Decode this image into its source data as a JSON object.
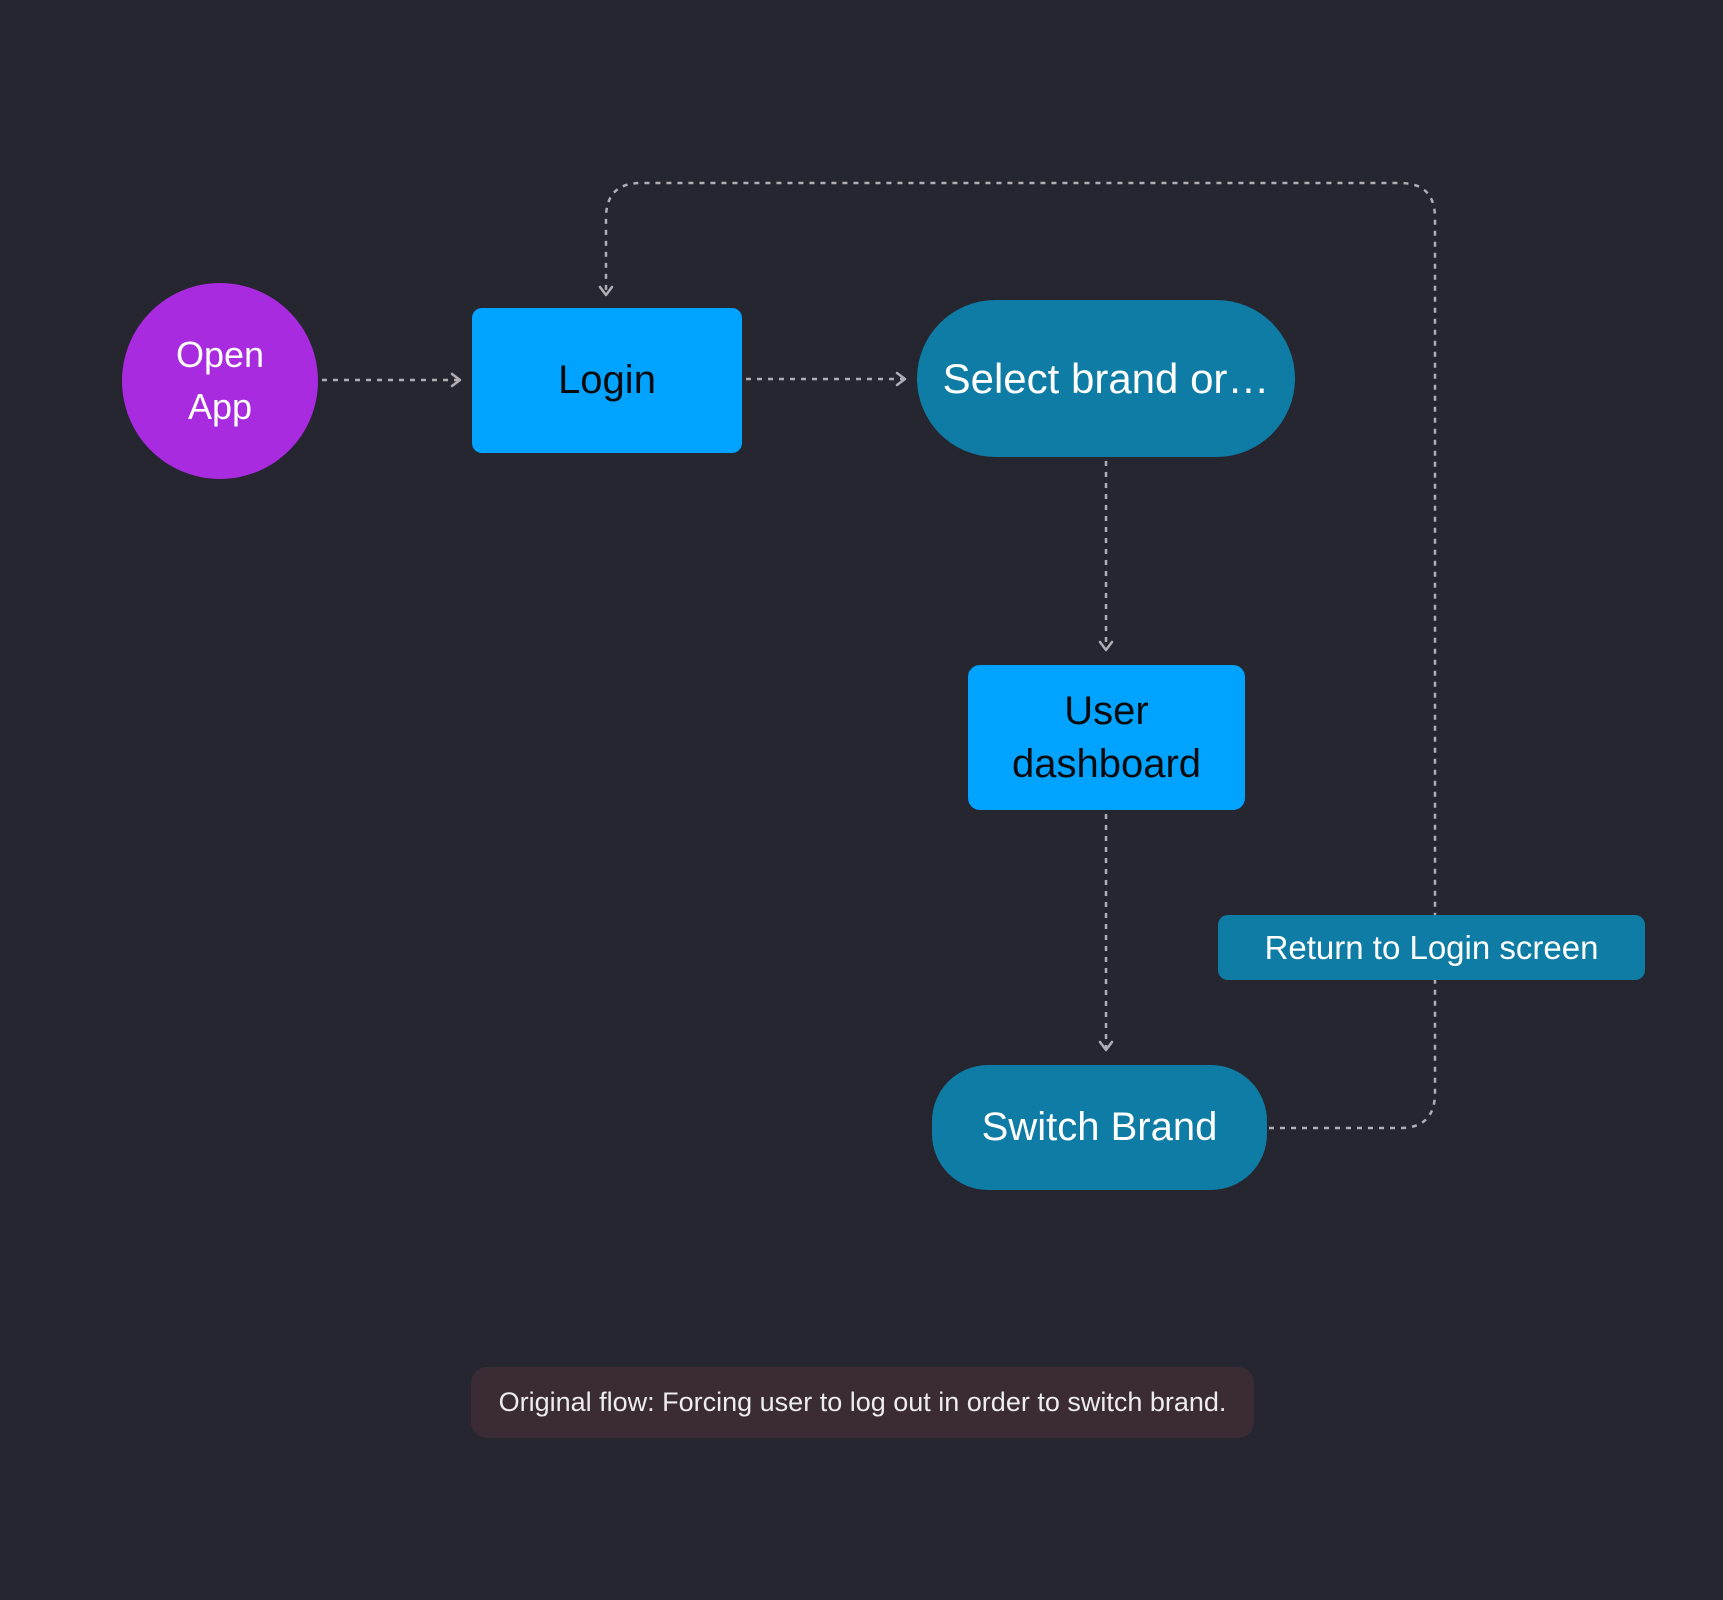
{
  "canvas": {
    "background": "#262630"
  },
  "connectors": {
    "color": "#B0AEB4"
  },
  "nodes": {
    "open_app": {
      "label": "Open App",
      "color": "#A82BDF",
      "text_color": "#FFFFFF"
    },
    "login": {
      "label": "Login",
      "color": "#00A3FF",
      "text_color": "#0B0B0E"
    },
    "select_brand": {
      "label": "Select brand or…",
      "color": "#0E7CA5",
      "text_color": "#FFFFFF"
    },
    "user_dashboard": {
      "label": "User dashboard",
      "color": "#00A3FF",
      "text_color": "#0B0B0E"
    },
    "switch_brand": {
      "label": "Switch Brand",
      "color": "#0E7CA5",
      "text_color": "#FFFFFF"
    },
    "return_to_login": {
      "label": "Return to Login screen",
      "color": "#0E7CA5",
      "text_color": "#FFFFFF"
    }
  },
  "annotation": {
    "text": "Original flow: Forcing user to log out in order to switch brand.",
    "bg_color": "#3B2B34",
    "text_color": "#EDECEF"
  }
}
